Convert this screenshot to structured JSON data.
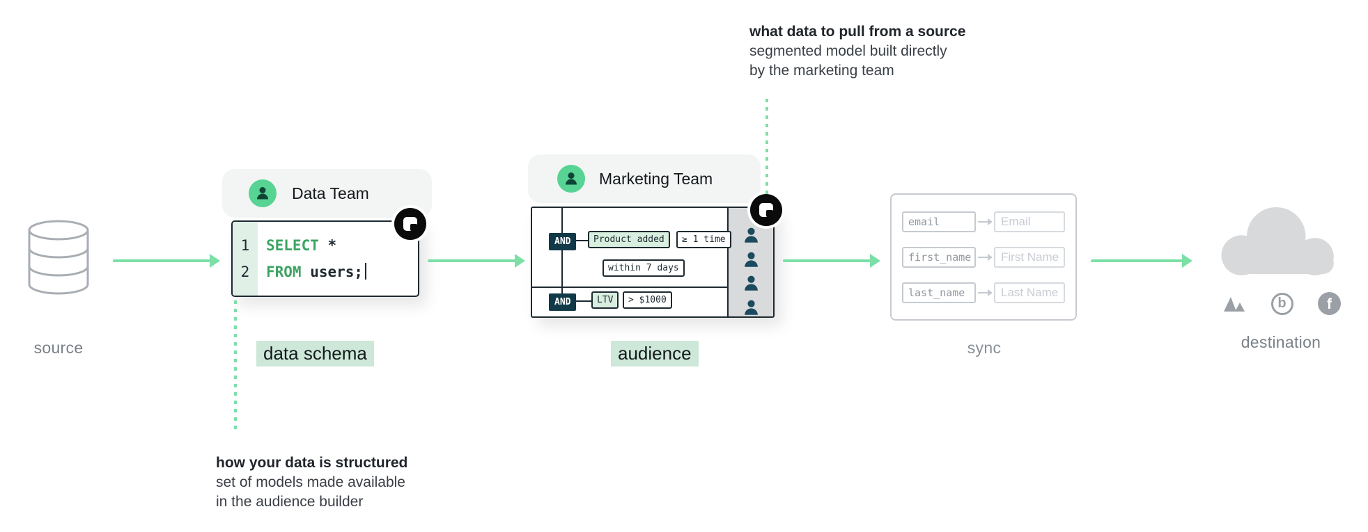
{
  "annotations": {
    "top": {
      "title": "what data to pull from a source",
      "line1": "segmented model built directly",
      "line2": "by the marketing team"
    },
    "bottom": {
      "title": "how your data is structured",
      "line1": "set of models made available",
      "line2": "in the audience builder"
    }
  },
  "source": {
    "label": "source"
  },
  "data_team": {
    "title": "Data Team",
    "tag": "data schema",
    "code": {
      "lines": [
        {
          "num": "1",
          "keyword": "SELECT",
          "rest": " *"
        },
        {
          "num": "2",
          "keyword": "FROM",
          "rest": " users;"
        }
      ]
    }
  },
  "marketing_team": {
    "title": "Marketing Team",
    "tag": "audience",
    "builder": {
      "and_label": "AND",
      "event_chip": "Product added",
      "count_chip": "≥ 1 time",
      "window_chip": "within 7 days",
      "ltv_chip": "LTV",
      "value_chip": "> $1000"
    }
  },
  "sync": {
    "label": "sync",
    "mappings": [
      {
        "from": "email",
        "to": "Email"
      },
      {
        "from": "first_name",
        "to": "First Name"
      },
      {
        "from": "last_name",
        "to": "Last Name"
      }
    ]
  },
  "destination": {
    "label": "destination",
    "logos": {
      "b_letter": "b",
      "f_letter": "f"
    }
  },
  "colors": {
    "arrow_green": "#7CDFA6",
    "highlight_green": "#CDE8D8",
    "keyword_green": "#3DA463",
    "avatar_green": "#57D393",
    "chip_green": "#D8EEDE",
    "and_navy": "#123947",
    "people_teal": "#1C4A5F",
    "muted_gray": "#7A8088",
    "dark_outline": "#1D2930"
  }
}
